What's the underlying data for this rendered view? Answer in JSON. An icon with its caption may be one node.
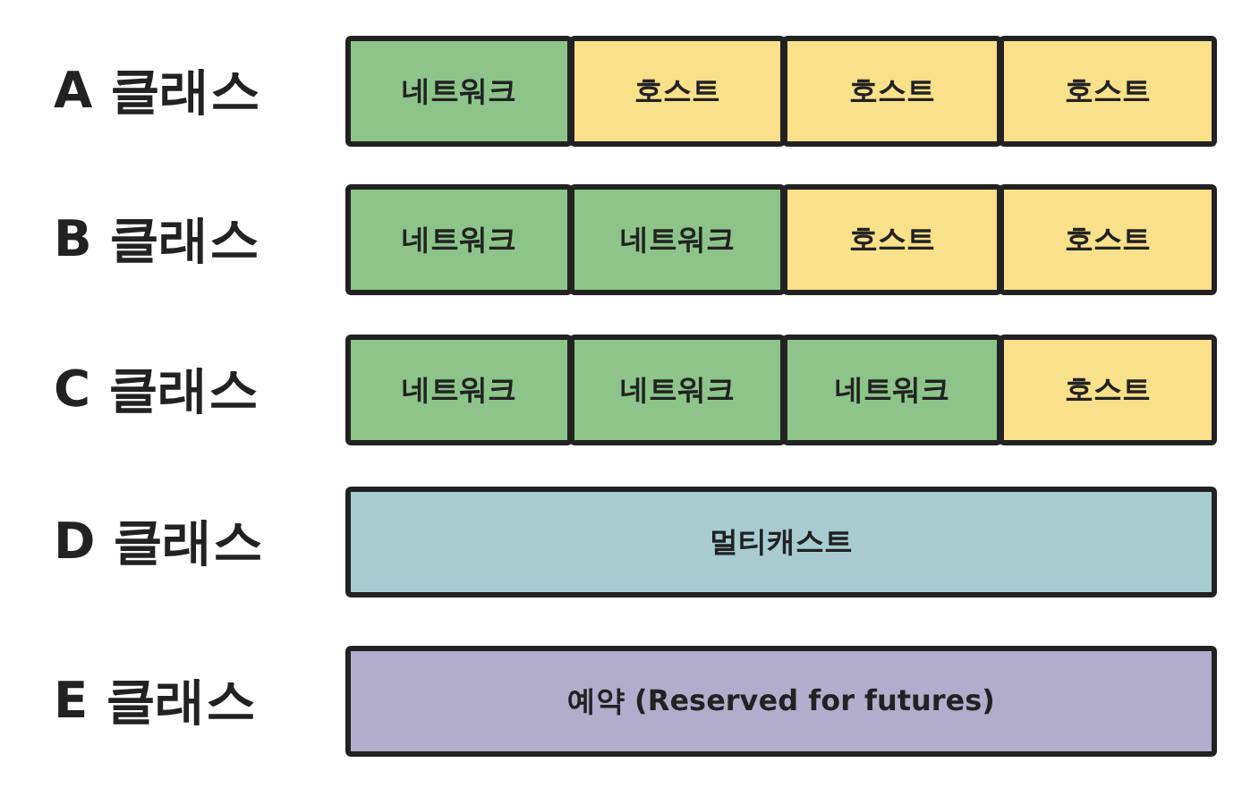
{
  "diagram": {
    "nodes": [
      {
        "text": [
          "네트워크"
        ]
      },
      {
        "text": [
          "호스트"
        ]
      },
      {
        "text": [
          "호스트"
        ]
      },
      {
        "text": [
          "호스트"
        ]
      },
      {
        "text": [
          "네트워크"
        ]
      },
      {
        "text": [
          "네트워크"
        ]
      },
      {
        "text": [
          "호스트"
        ]
      },
      {
        "text": [
          "호스트"
        ]
      },
      {
        "text": [
          "네트워크"
        ]
      },
      {
        "text": [
          "네트워크"
        ]
      },
      {
        "text": [
          "네트워크"
        ]
      },
      {
        "text": [
          "호스트"
        ]
      },
      {
        "text": [
          "멀티캐스트"
        ]
      },
      {
        "text": [
          "예약 (Reserved for futures)"
        ]
      }
    ],
    "labels": [
      "A 클래스",
      "B 클래스",
      "C 클래스",
      "D 클래스",
      "E 클래스"
    ]
  }
}
